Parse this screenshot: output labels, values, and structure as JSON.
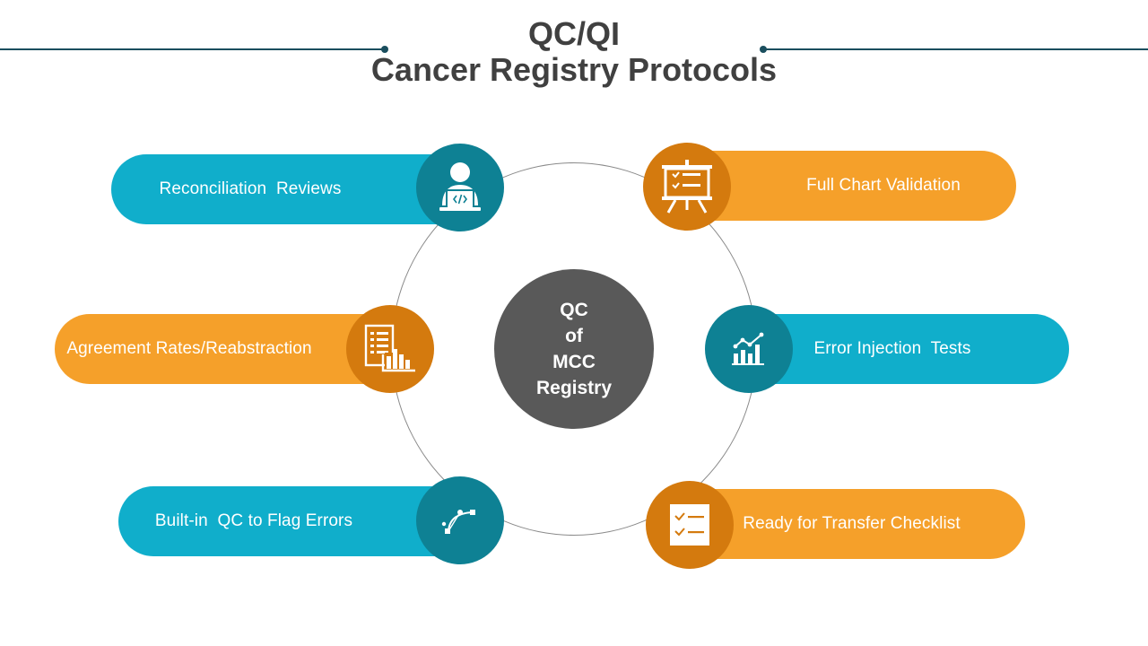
{
  "title": {
    "line1": "QC/QI",
    "line2": "Cancer Registry Protocols"
  },
  "center": {
    "lines": [
      "QC",
      "of",
      "MCC",
      "Registry"
    ]
  },
  "items": [
    {
      "label": "Reconciliation  Reviews",
      "icon": "user-laptop-icon"
    },
    {
      "label": "Agreement Rates/Reabstraction",
      "icon": "report-chart-icon"
    },
    {
      "label": "Built-in  QC to Flag Errors",
      "icon": "bezier-curve-icon"
    },
    {
      "label": "Full Chart Validation",
      "icon": "presentation-board-icon"
    },
    {
      "label": "Error Injection  Tests",
      "icon": "growth-chart-icon"
    },
    {
      "label": "Ready for Transfer Checklist",
      "icon": "checklist-icon"
    }
  ],
  "colors": {
    "blue": "#10aecb",
    "dark_blue": "#0e8194",
    "orange": "#f5a02a",
    "dark_orange": "#d47a0e",
    "center": "#595959",
    "title": "#404040",
    "rule": "#1a4e5e"
  }
}
